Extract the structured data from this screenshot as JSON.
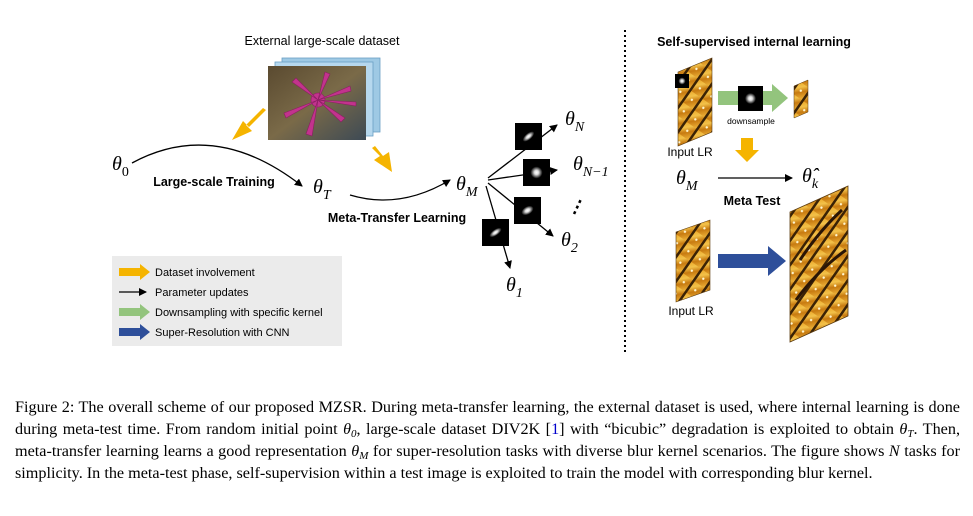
{
  "figure": {
    "external_dataset_label": "External large-scale dataset",
    "internal_title": "Self-supervised internal learning",
    "large_scale_training_label": "Large-scale Training",
    "meta_transfer_label": "Meta-Transfer Learning",
    "meta_test_label": "Meta Test",
    "downsample_label": "downsample",
    "input_lr_top": "Input LR",
    "input_lr_bottom": "Input LR",
    "ellipsis": "⋮",
    "symbols": {
      "theta0_base": "θ",
      "theta0_sub": "0",
      "thetaT_base": "θ",
      "thetaT_sub": "T",
      "thetaM_base": "θ",
      "thetaM_sub": "M",
      "thetaN_base": "θ",
      "thetaN_sub": "N",
      "thetaN1_base": "θ",
      "thetaN1_sub": "N−1",
      "theta2_base": "θ",
      "theta2_sub": "2",
      "theta1_base": "θ",
      "theta1_sub": "1",
      "thetaM2_base": "θ",
      "thetaM2_sub": "M",
      "thetahat_base": "θ̂",
      "thetahat_sub": "k"
    },
    "legend": [
      {
        "label": "Dataset involvement",
        "color": "#f5b400"
      },
      {
        "label": "Parameter updates",
        "color": "#000000"
      },
      {
        "label": "Downsampling with specific kernel",
        "color": "#93c47d"
      },
      {
        "label": "Super-Resolution with CNN",
        "color": "#2e4f9a"
      }
    ]
  },
  "caption": {
    "p1": "Figure 2:  The overall scheme of our proposed MZSR. During meta-transfer learning, the external dataset is used, where internal learning is done during meta-test time. From random initial point ",
    "t0_base": "θ",
    "t0_sub": "0",
    "p2": ", large-scale dataset DIV2K [",
    "ref": "1",
    "p3": "] with “bicubic” degradation is exploited to obtain ",
    "tT_base": "θ",
    "tT_sub": "T",
    "p4": ". Then, meta-transfer learning learns a good representation ",
    "tM_base": "θ",
    "tM_sub": "M",
    "p5": " for super-resolution tasks with diverse blur kernel scenarios. The figure shows ",
    "N": "N",
    "p6": " tasks for simplicity. In the meta-test phase, self-supervision within a test image is exploited to train the model with corresponding blur kernel."
  }
}
